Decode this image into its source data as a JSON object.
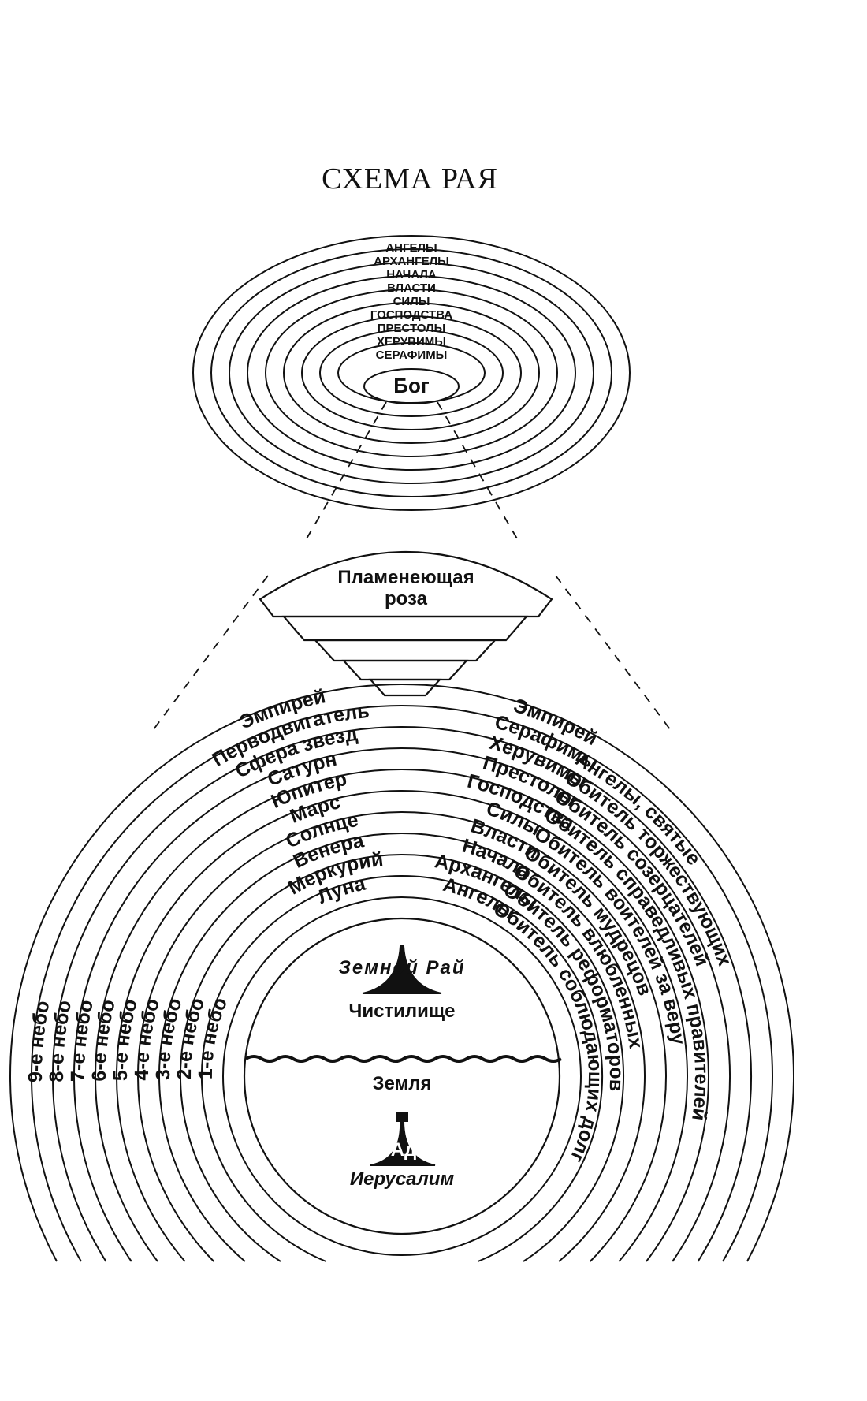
{
  "title": "СХЕМА РАЯ",
  "upper_diagram": {
    "rings": [
      "АНГЕЛЫ",
      "АРХАНГЕЛЫ",
      "НАЧАЛА",
      "ВЛАСТИ",
      "СИЛЫ",
      "ГОСПОДСТВА",
      "ПРЕСТОЛЫ",
      "ХЕРУВИМЫ",
      "СЕРАФИМЫ"
    ],
    "center": "Бог"
  },
  "rose": {
    "line1": "Пламенеющая",
    "line2": "роза"
  },
  "heavens": {
    "left_bodies": [
      "Эмпирей",
      "Перводвигатель",
      "Сфера звезд",
      "Сатурн",
      "Юпитер",
      "Марс",
      "Солнце",
      "Венера",
      "Меркурий",
      "Луна"
    ],
    "right_orders": [
      "Эмпирей",
      "Серафимы",
      "Херувимы",
      "Престолы",
      "Господства",
      "Силы",
      "Власти",
      "Начала",
      "Архангелы",
      "Ангелы"
    ],
    "numbered": [
      "9-е небо",
      "8-е небо",
      "7-е небо",
      "6-е небо",
      "5-е небо",
      "4-е небо",
      "3-е небо",
      "2-е небо",
      "1-е небо"
    ],
    "abodes": [
      "Ангелы, святые",
      "Обитель торжествующих",
      "Обитель созерцателей",
      "Обитель справедливых правителей",
      "Обитель воителей за веру",
      "Обитель мудрецов",
      "Обитель влюбленных",
      "Обитель реформаторов",
      "Обитель соблюдающих долг"
    ]
  },
  "earth": {
    "top": "Земной Рай",
    "purgatory": "Чистилище",
    "earth": "Земля",
    "hell": "Ад",
    "bottom": "Иерусалим"
  }
}
